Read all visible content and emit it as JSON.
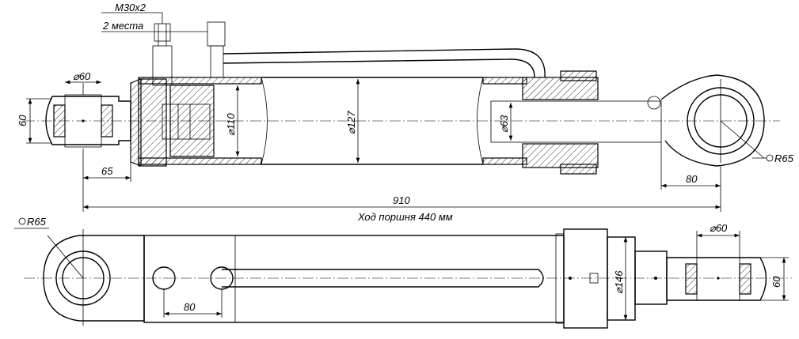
{
  "labels": {
    "thread": "M30x2",
    "places": "2 места",
    "phi60_left": "⌀60",
    "dim60_left": "60",
    "phi110": "⌀110",
    "phi127": "⌀127",
    "phi63": "⌀63",
    "dim65": "65",
    "dim80_top": "80",
    "r65_top": "R65",
    "dim910": "910",
    "stroke": "Ход поршня 440 мм",
    "r65_bottom": "R65",
    "dim80_bottom": "80",
    "phi146": "⌀146",
    "phi60_right": "⌀60",
    "dim60_right": "60"
  }
}
